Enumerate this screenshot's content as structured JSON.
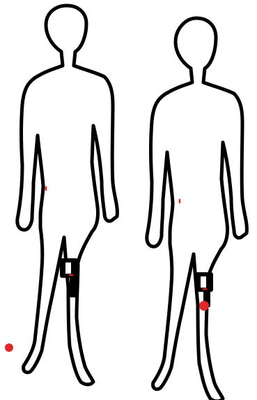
{
  "colors": {
    "background": "#ffffff",
    "outline": "#000000",
    "marker": "#e02828"
  },
  "figures": [
    {
      "name": "figure-left",
      "sensors": [
        "thigh-strap",
        "shank-strap"
      ],
      "marker_near": "lower-left"
    },
    {
      "name": "figure-right",
      "sensors": [
        "thigh-strap",
        "shank-strap"
      ],
      "marker_near": "right-shank"
    }
  ]
}
